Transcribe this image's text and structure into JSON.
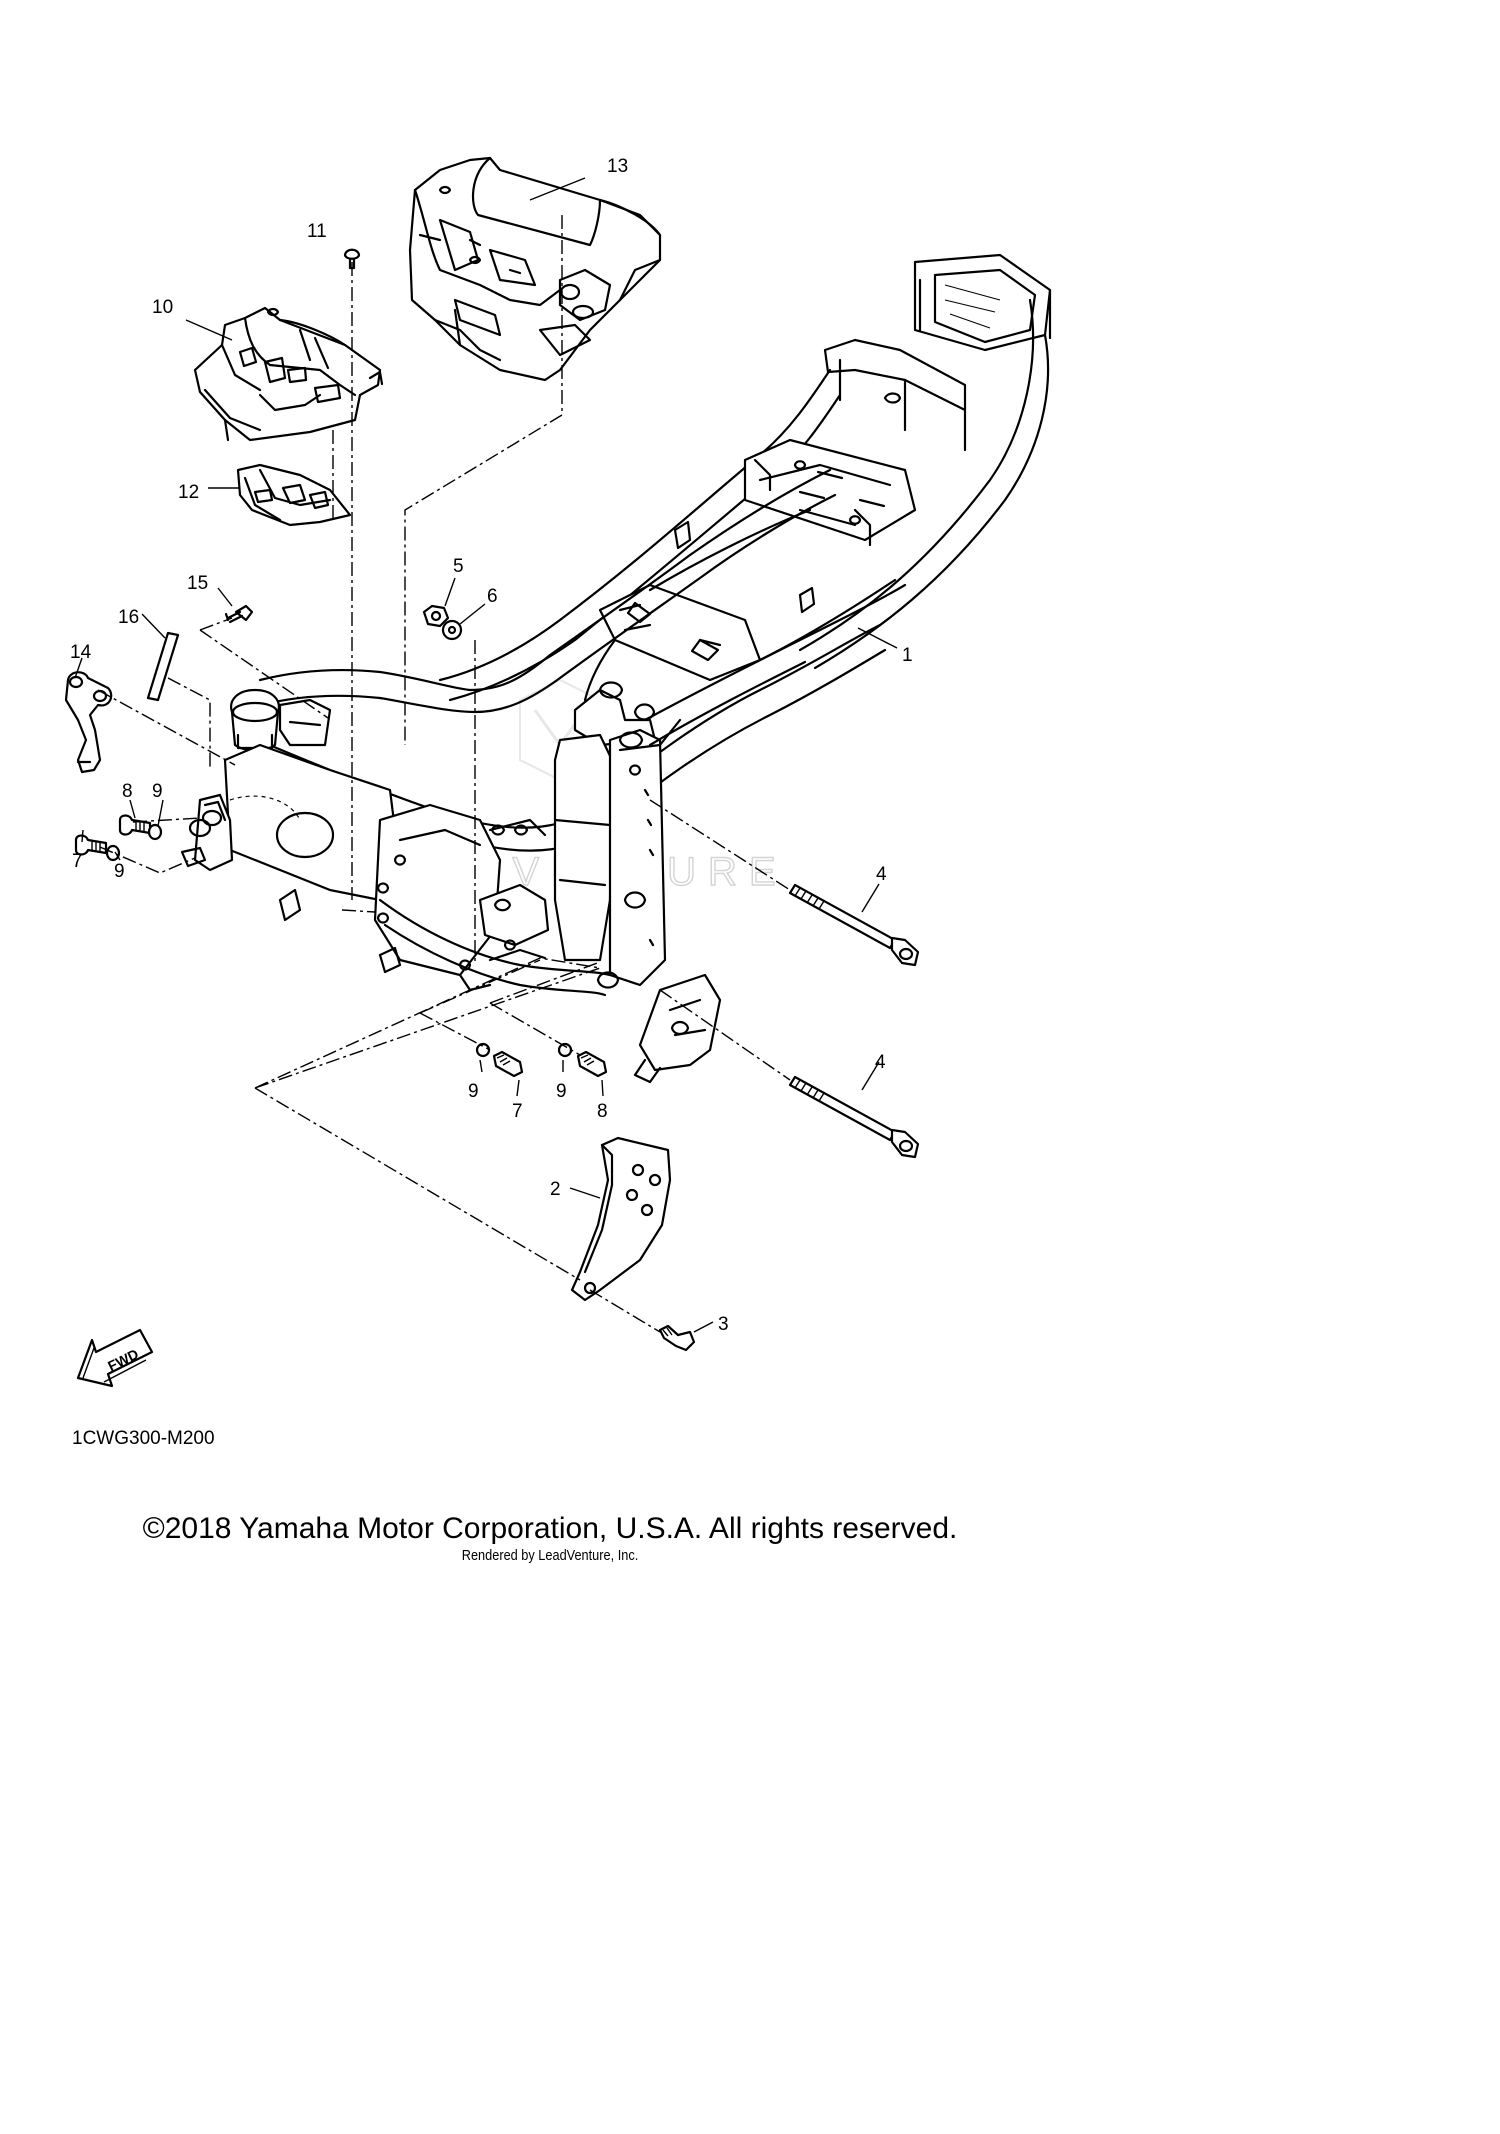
{
  "callouts": [
    "1",
    "2",
    "3",
    "4",
    "4",
    "5",
    "6",
    "7",
    "7",
    "8",
    "8",
    "9",
    "9",
    "9",
    "9",
    "10",
    "11",
    "12",
    "13",
    "14",
    "15",
    "16"
  ],
  "fwd_label": "FWD",
  "diagram_code": "1CWG300-M200",
  "watermark": "LEADVENTURE",
  "copyright": "©2018 Yamaha Motor Corporation, U.S.A. All rights reserved.",
  "rendered_by": "Rendered by LeadVenture, Inc."
}
